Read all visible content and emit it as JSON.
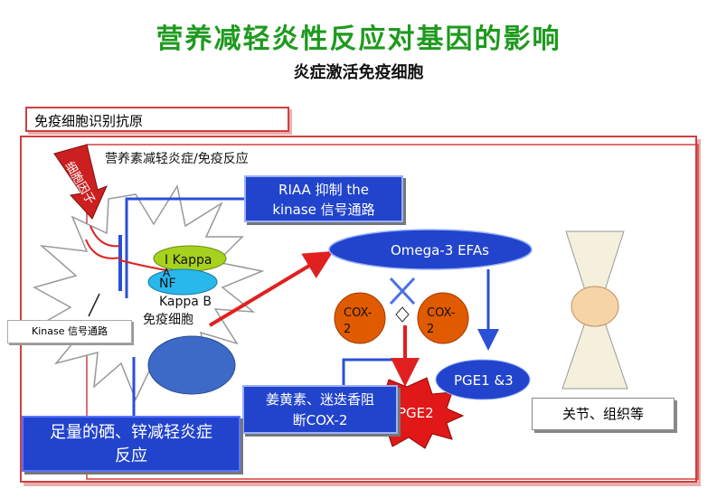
{
  "title": "营养减轻炎性反应对基因的影响",
  "subtitle": "炎症激活免疫细胞",
  "labels": {
    "immune_recognition": "免疫细胞识别抗原",
    "nutrient_reduce": "营养素减轻炎症/免疫反应",
    "cytokine": "细胞因子",
    "riaa_line1": "RIAA 抑制 the",
    "riaa_line2": "kinase 信号通路",
    "ikappa": "I Kappa",
    "a_letter": "A",
    "nf": "NF",
    "kappab": "Kappa B",
    "immune_cell": "免疫细胞",
    "kinase_pathway": "Kinase 信号通路",
    "omega3": "Omega-3 EFAs",
    "cox2_left": "COX-\n2",
    "cox2_right": "COX-\n2",
    "pge13": "PGE1 &3",
    "pge2": "PGE2",
    "curcumin_line1": "姜黄素、迷迭香阻",
    "curcumin_line2": "断COX-2",
    "selenium_line1": "足量的硒、锌减轻炎症",
    "selenium_line2": "反应",
    "joints": "关节、组织等"
  },
  "colors": {
    "title_green": "#1e9a1e",
    "frame_red": "#d04040",
    "blue": "#2244cc",
    "arrow_red": "#e02020",
    "cox_orange": "#e05a00"
  }
}
